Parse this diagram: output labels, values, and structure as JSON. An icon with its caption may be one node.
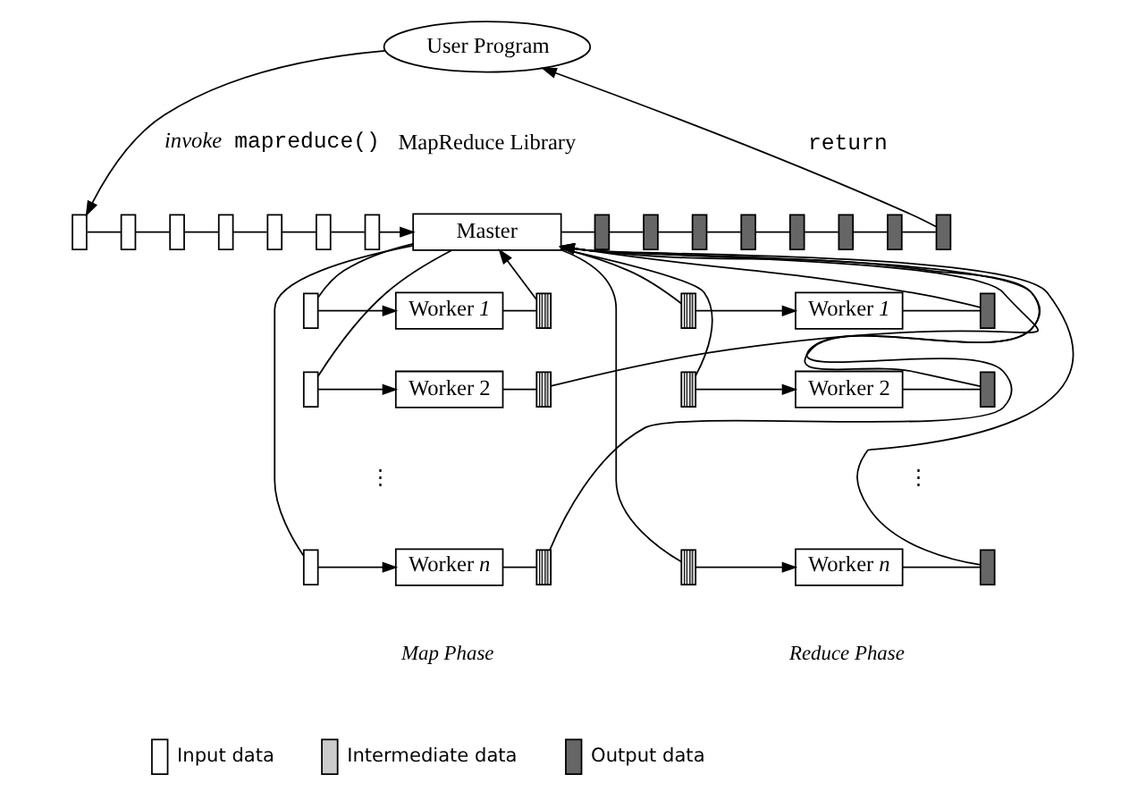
{
  "diagram": {
    "nodes": [
      {
        "text": [
          "User Program"
        ]
      },
      {
        "text": [],
        "shape": "box"
      },
      {
        "text": [],
        "shape": "box"
      },
      {
        "text": [],
        "shape": "box"
      },
      {
        "text": [],
        "shape": "box"
      },
      {
        "text": [],
        "shape": "box"
      },
      {
        "text": [],
        "shape": "box"
      },
      {
        "text": [],
        "shape": "box"
      },
      {
        "text": [
          "Master"
        ]
      },
      {
        "text": [],
        "shape": "box"
      },
      {
        "text": [],
        "shape": "box"
      },
      {
        "text": [],
        "shape": "box"
      },
      {
        "text": [],
        "shape": "box"
      },
      {
        "text": [],
        "shape": "box"
      },
      {
        "text": [],
        "shape": "box"
      },
      {
        "text": [],
        "shape": "box"
      },
      {
        "text": [],
        "shape": "box"
      },
      {
        "text": [],
        "shape": "box"
      },
      {
        "text": [
          "Worker *1*"
        ]
      },
      {
        "text": [],
        "shape": "box"
      },
      {
        "text": [],
        "shape": "box"
      },
      {
        "text": [
          "Worker 2"
        ]
      },
      {
        "text": [],
        "shape": "box"
      },
      {
        "text": [],
        "shape": "box"
      },
      {
        "text": [
          "Worker *n*"
        ]
      },
      {
        "text": [],
        "shape": "box"
      },
      {
        "text": [],
        "shape": "box"
      },
      {
        "text": [
          "Worker *1*"
        ]
      },
      {
        "text": [],
        "shape": "box"
      },
      {
        "text": [],
        "shape": "box"
      },
      {
        "text": [
          "Worker 2"
        ]
      },
      {
        "text": [],
        "shape": "box"
      },
      {
        "text": [],
        "shape": "box"
      },
      {
        "text": [
          "Worker *n*"
        ]
      },
      {
        "text": [],
        "shape": "box"
      }
    ],
    "edges": [
      {
        "from": 0,
        "to": 1,
        "arrow": "to",
        "label": "*invoke* mapreduce()"
      },
      {
        "from": 1,
        "to": 2,
        "arrow": "none"
      },
      {
        "from": 2,
        "to": 3,
        "arrow": "none"
      },
      {
        "from": 3,
        "to": 4,
        "arrow": "none"
      },
      {
        "from": 4,
        "to": 5,
        "arrow": "none"
      },
      {
        "from": 5,
        "to": 6,
        "arrow": "none"
      },
      {
        "from": 6,
        "to": 7,
        "arrow": "none"
      },
      {
        "from": 7,
        "to": 8,
        "arrow": "to"
      },
      {
        "from": 8,
        "to": 9,
        "arrow": "none"
      },
      {
        "from": 9,
        "to": 10,
        "arrow": "none"
      },
      {
        "from": 10,
        "to": 11,
        "arrow": "none"
      },
      {
        "from": 11,
        "to": 12,
        "arrow": "none"
      },
      {
        "from": 12,
        "to": 13,
        "arrow": "none"
      },
      {
        "from": 13,
        "to": 14,
        "arrow": "none"
      },
      {
        "from": 14,
        "to": 15,
        "arrow": "none"
      },
      {
        "from": 15,
        "to": 16,
        "arrow": "none"
      },
      {
        "from": 16,
        "to": 0,
        "arrow": "to",
        "label": "return"
      },
      {
        "from": 8,
        "to": 17,
        "arrow": "none"
      },
      {
        "from": 17,
        "to": 18,
        "arrow": "to"
      },
      {
        "from": 18,
        "to": 19,
        "arrow": "none"
      },
      {
        "from": 19,
        "to": 8,
        "arrow": "to"
      },
      {
        "from": 8,
        "to": 20,
        "arrow": "none"
      },
      {
        "from": 20,
        "to": 21,
        "arrow": "to"
      },
      {
        "from": 21,
        "to": 22,
        "arrow": "none"
      },
      {
        "from": 22,
        "to": 8,
        "arrow": "to"
      },
      {
        "from": 8,
        "to": 23,
        "arrow": "none"
      },
      {
        "from": 23,
        "to": 24,
        "arrow": "to"
      },
      {
        "from": 24,
        "to": 25,
        "arrow": "none"
      },
      {
        "from": 25,
        "to": 8,
        "arrow": "to"
      },
      {
        "from": 8,
        "to": 26,
        "arrow": "none"
      },
      {
        "from": 26,
        "to": 27,
        "arrow": "to"
      },
      {
        "from": 27,
        "to": 28,
        "arrow": "none"
      },
      {
        "from": 28,
        "to": 8,
        "arrow": "to"
      },
      {
        "from": 8,
        "to": 29,
        "arrow": "none"
      },
      {
        "from": 29,
        "to": 30,
        "arrow": "to"
      },
      {
        "from": 30,
        "to": 31,
        "arrow": "none"
      },
      {
        "from": 31,
        "to": 8,
        "arrow": "to"
      },
      {
        "from": 8,
        "to": 32,
        "arrow": "none"
      },
      {
        "from": 32,
        "to": 33,
        "arrow": "to"
      },
      {
        "from": 33,
        "to": 34,
        "arrow": "none"
      },
      {
        "from": 34,
        "to": 8,
        "arrow": "to"
      }
    ],
    "labels": [
      "MapReduce Library",
      "⋮",
      "⋮",
      "Map Phase",
      "Reduce Phase"
    ],
    "legend": [
      {
        "text": "Input data",
        "color": "#ffffff"
      },
      {
        "text": "Intermediate data"
      },
      {
        "text": "Output data",
        "color": "#666666"
      }
    ]
  }
}
